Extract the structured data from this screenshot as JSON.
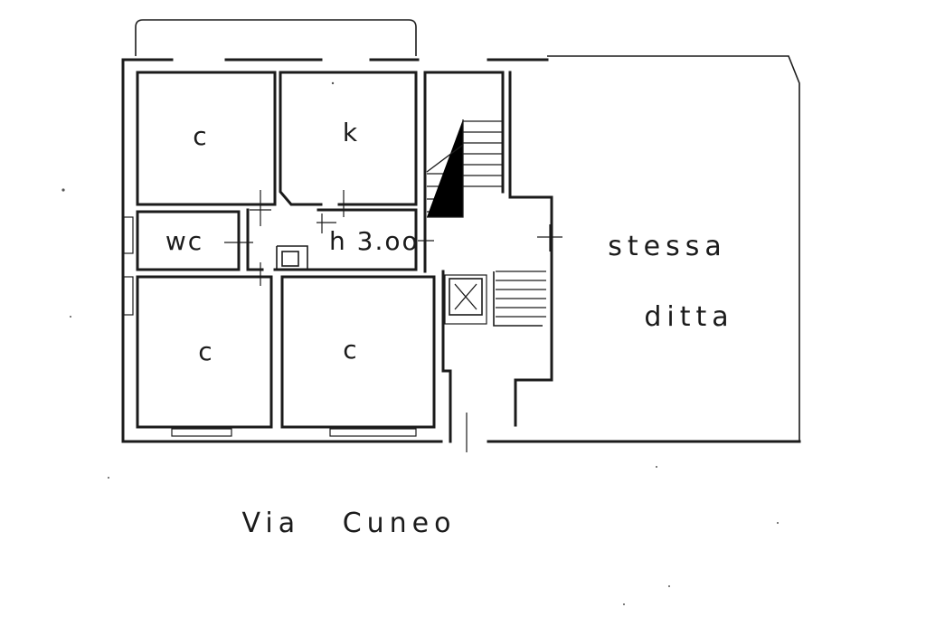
{
  "rooms": {
    "room_top_left": "c",
    "kitchen": "k",
    "wc": "wc",
    "height": "h 3.oo",
    "room_bottom_left": "c",
    "room_bottom_center": "c"
  },
  "adjacent_property": {
    "line1": "stessa",
    "line2": "ditta"
  },
  "street": "Via   Cuneo",
  "colors": {
    "ink": "#1b1b1b",
    "paper": "#ffffff"
  }
}
